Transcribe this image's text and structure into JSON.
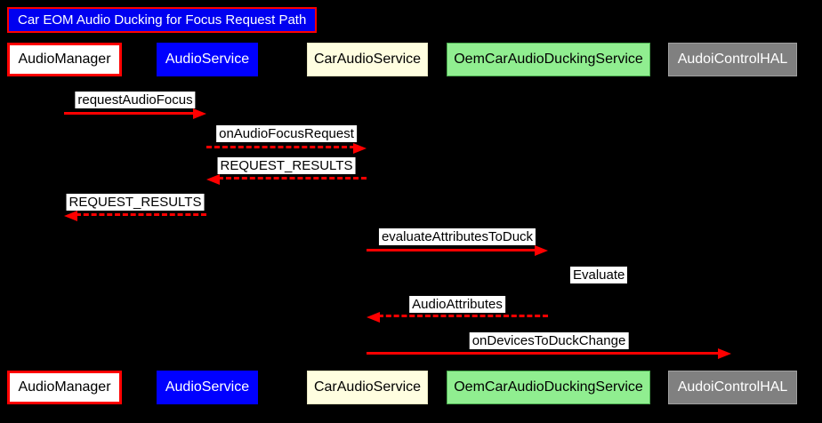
{
  "diagram": {
    "type": "sequence",
    "title": "Car EOM Audio Ducking for Focus Request Path",
    "background_color": "#000000",
    "arrow_color": "#ff0000",
    "title_style": {
      "bg": "#0000f0",
      "border": "#ff0000",
      "fg": "#ffffff"
    }
  },
  "participants": [
    {
      "label": "AudioManager",
      "bg": "#ffffff",
      "fg": "#000000",
      "border": "#ff0000"
    },
    {
      "label": "AudioService",
      "bg": "#0000ff",
      "fg": "#ffffff",
      "border": "#0000ff"
    },
    {
      "label": "CarAudioService",
      "bg": "#fffee0",
      "fg": "#000000",
      "border": "#e8e6c0"
    },
    {
      "label": "OemCarAudioDuckingService",
      "bg": "#90ee90",
      "fg": "#000000",
      "border": "#4caf50"
    },
    {
      "label": "AudoiControlHAL",
      "bg": "#808080",
      "fg": "#ffffff",
      "border": "#a0a0a0"
    }
  ],
  "messages": [
    {
      "label": "requestAudioFocus",
      "from": "AudioManager",
      "to": "AudioService",
      "line": "solid",
      "direction": "right"
    },
    {
      "label": "onAudioFocusRequest",
      "from": "AudioService",
      "to": "CarAudioService",
      "line": "dashed",
      "direction": "right"
    },
    {
      "label": "REQUEST_RESULTS",
      "from": "CarAudioService",
      "to": "AudioService",
      "line": "dashed",
      "direction": "left"
    },
    {
      "label": "REQUEST_RESULTS",
      "from": "AudioService",
      "to": "AudioManager",
      "line": "dashed",
      "direction": "left"
    },
    {
      "label": "evaluateAttributesToDuck",
      "from": "CarAudioService",
      "to": "OemCarAudioDuckingService",
      "line": "solid",
      "direction": "right"
    },
    {
      "label": "Evaluate",
      "from": "OemCarAudioDuckingService",
      "to": "OemCarAudioDuckingService",
      "line": "self",
      "direction": "self"
    },
    {
      "label": "AudioAttributes",
      "from": "OemCarAudioDuckingService",
      "to": "CarAudioService",
      "line": "dashed",
      "direction": "left"
    },
    {
      "label": "onDevicesToDuckChange",
      "from": "CarAudioService",
      "to": "AudoiControlHAL",
      "line": "solid",
      "direction": "right"
    }
  ]
}
